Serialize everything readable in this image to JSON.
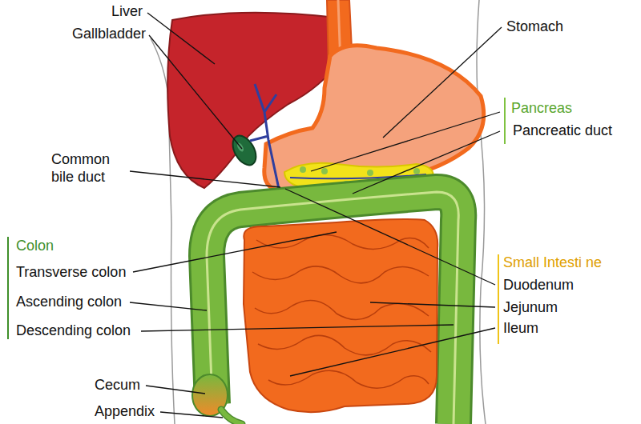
{
  "diagram": {
    "labels": [
      "Liver",
      "Gallbladder",
      "Stomach",
      "Pancreas",
      "Pancreatic duct",
      "Common bile duct",
      "Colon",
      "Transverse colon",
      "Ascending colon",
      "Descending colon",
      "Cecum",
      "Appendix",
      "Small Intesti ne",
      "Duodenum",
      "Jejunum",
      "Ileum"
    ]
  }
}
